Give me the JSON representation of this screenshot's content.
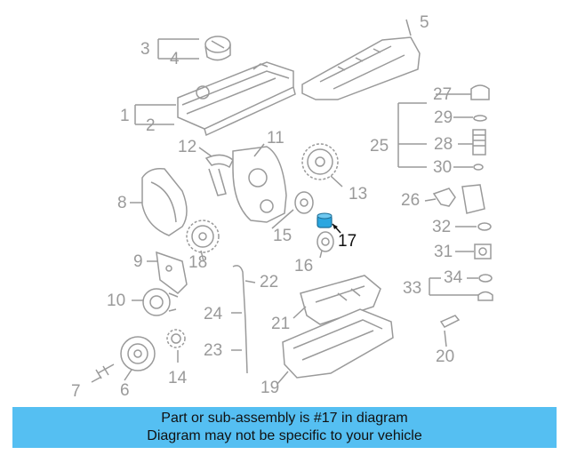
{
  "diagram": {
    "highlight_color": "#2aa6e0",
    "part_color": "#9a9a9a",
    "labels": {
      "l1": "1",
      "l2": "2",
      "l3": "3",
      "l4": "4",
      "l5": "5",
      "l6": "6",
      "l7": "7",
      "l8": "8",
      "l9": "9",
      "l10": "10",
      "l11": "11",
      "l12": "12",
      "l13": "13",
      "l14": "14",
      "l15": "15",
      "l16": "16",
      "l17": "17",
      "l18": "18",
      "l19": "19",
      "l20": "20",
      "l21": "21",
      "l22": "22",
      "l23": "23",
      "l24": "24",
      "l25": "25",
      "l26": "26",
      "l27": "27",
      "l28": "28",
      "l29": "29",
      "l30": "30",
      "l31": "31",
      "l32": "32",
      "l33": "33",
      "l34": "34"
    }
  },
  "banner": {
    "color": "#55bff2",
    "line1": "Part or sub-assembly is #17 in diagram",
    "line2": "Diagram may not be specific to your vehicle"
  }
}
